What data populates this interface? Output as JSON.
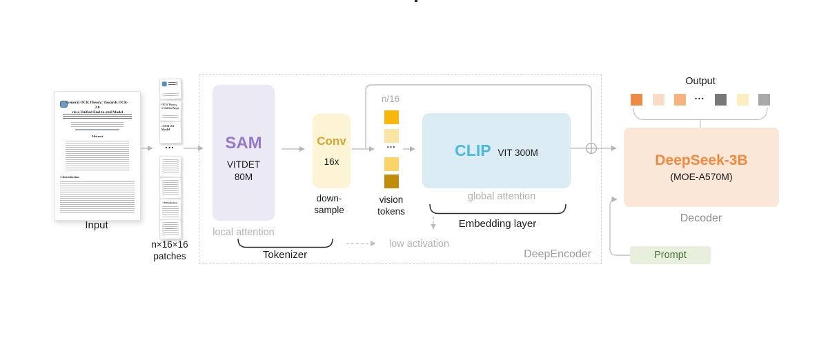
{
  "input": {
    "caption": "Input",
    "doc": {
      "title_line1": "General OCR Theory: Towards OCR-2.0",
      "title_line2": "via a Unified End-to-end Model",
      "abstract_heading": "Abstract",
      "intro_heading": "1   Introduction"
    }
  },
  "patches": {
    "caption_line1": "n×16×16",
    "caption_line2": "patches",
    "ellipsis": "...",
    "card2_line1": "OCR Theory",
    "card2_line2": "a Unified Mod",
    "card3_line1": "-OCR-2.0",
    "card3_line2": "Model",
    "card6_heading": "1  Introduction"
  },
  "encoder": {
    "box_label": "DeepEncoder",
    "sam": {
      "title": "SAM",
      "sub1": "VITDET",
      "sub2": "80M",
      "note": "local attention",
      "title_color": "#9678c8",
      "bg": "#ebe9f4"
    },
    "conv": {
      "title": "Conv",
      "sub": "16x",
      "note_line1": "down-",
      "note_line2": "sample",
      "title_color": "#d4a42c",
      "bg": "#fdf4d6"
    },
    "tokenizer_label": "Tokenizer",
    "skip_label": "n/16",
    "tokens": {
      "caption_line1": "vision",
      "caption_line2": "tokens",
      "ellipsis": "...",
      "colors": [
        "#f9b70d",
        "#fbe5a4",
        "#fbd369",
        "#bf8d0a"
      ]
    },
    "clip": {
      "title": "CLIP",
      "sub": "VIT 300M",
      "note": "global attention",
      "brace_label": "Embedding layer",
      "title_color": "#4cb8d9",
      "bg": "#daebf3"
    },
    "low_activation_label": "low activation"
  },
  "decoder": {
    "output_label": "Output",
    "output_ellipsis": "...",
    "output_colors": [
      "#ee8a45",
      "#f9dcc6",
      "#f6b27f",
      "#787878",
      "#fdeec2",
      "#a8a8a8"
    ],
    "block": {
      "title": "DeepSeek-3B",
      "sub": "(MOE-A570M)",
      "title_color": "#ef8a3e",
      "bg": "#fbe7d7"
    },
    "caption": "Decoder",
    "prompt": {
      "label": "Prompt",
      "bg": "#e9efdd",
      "color": "#47703a"
    }
  }
}
